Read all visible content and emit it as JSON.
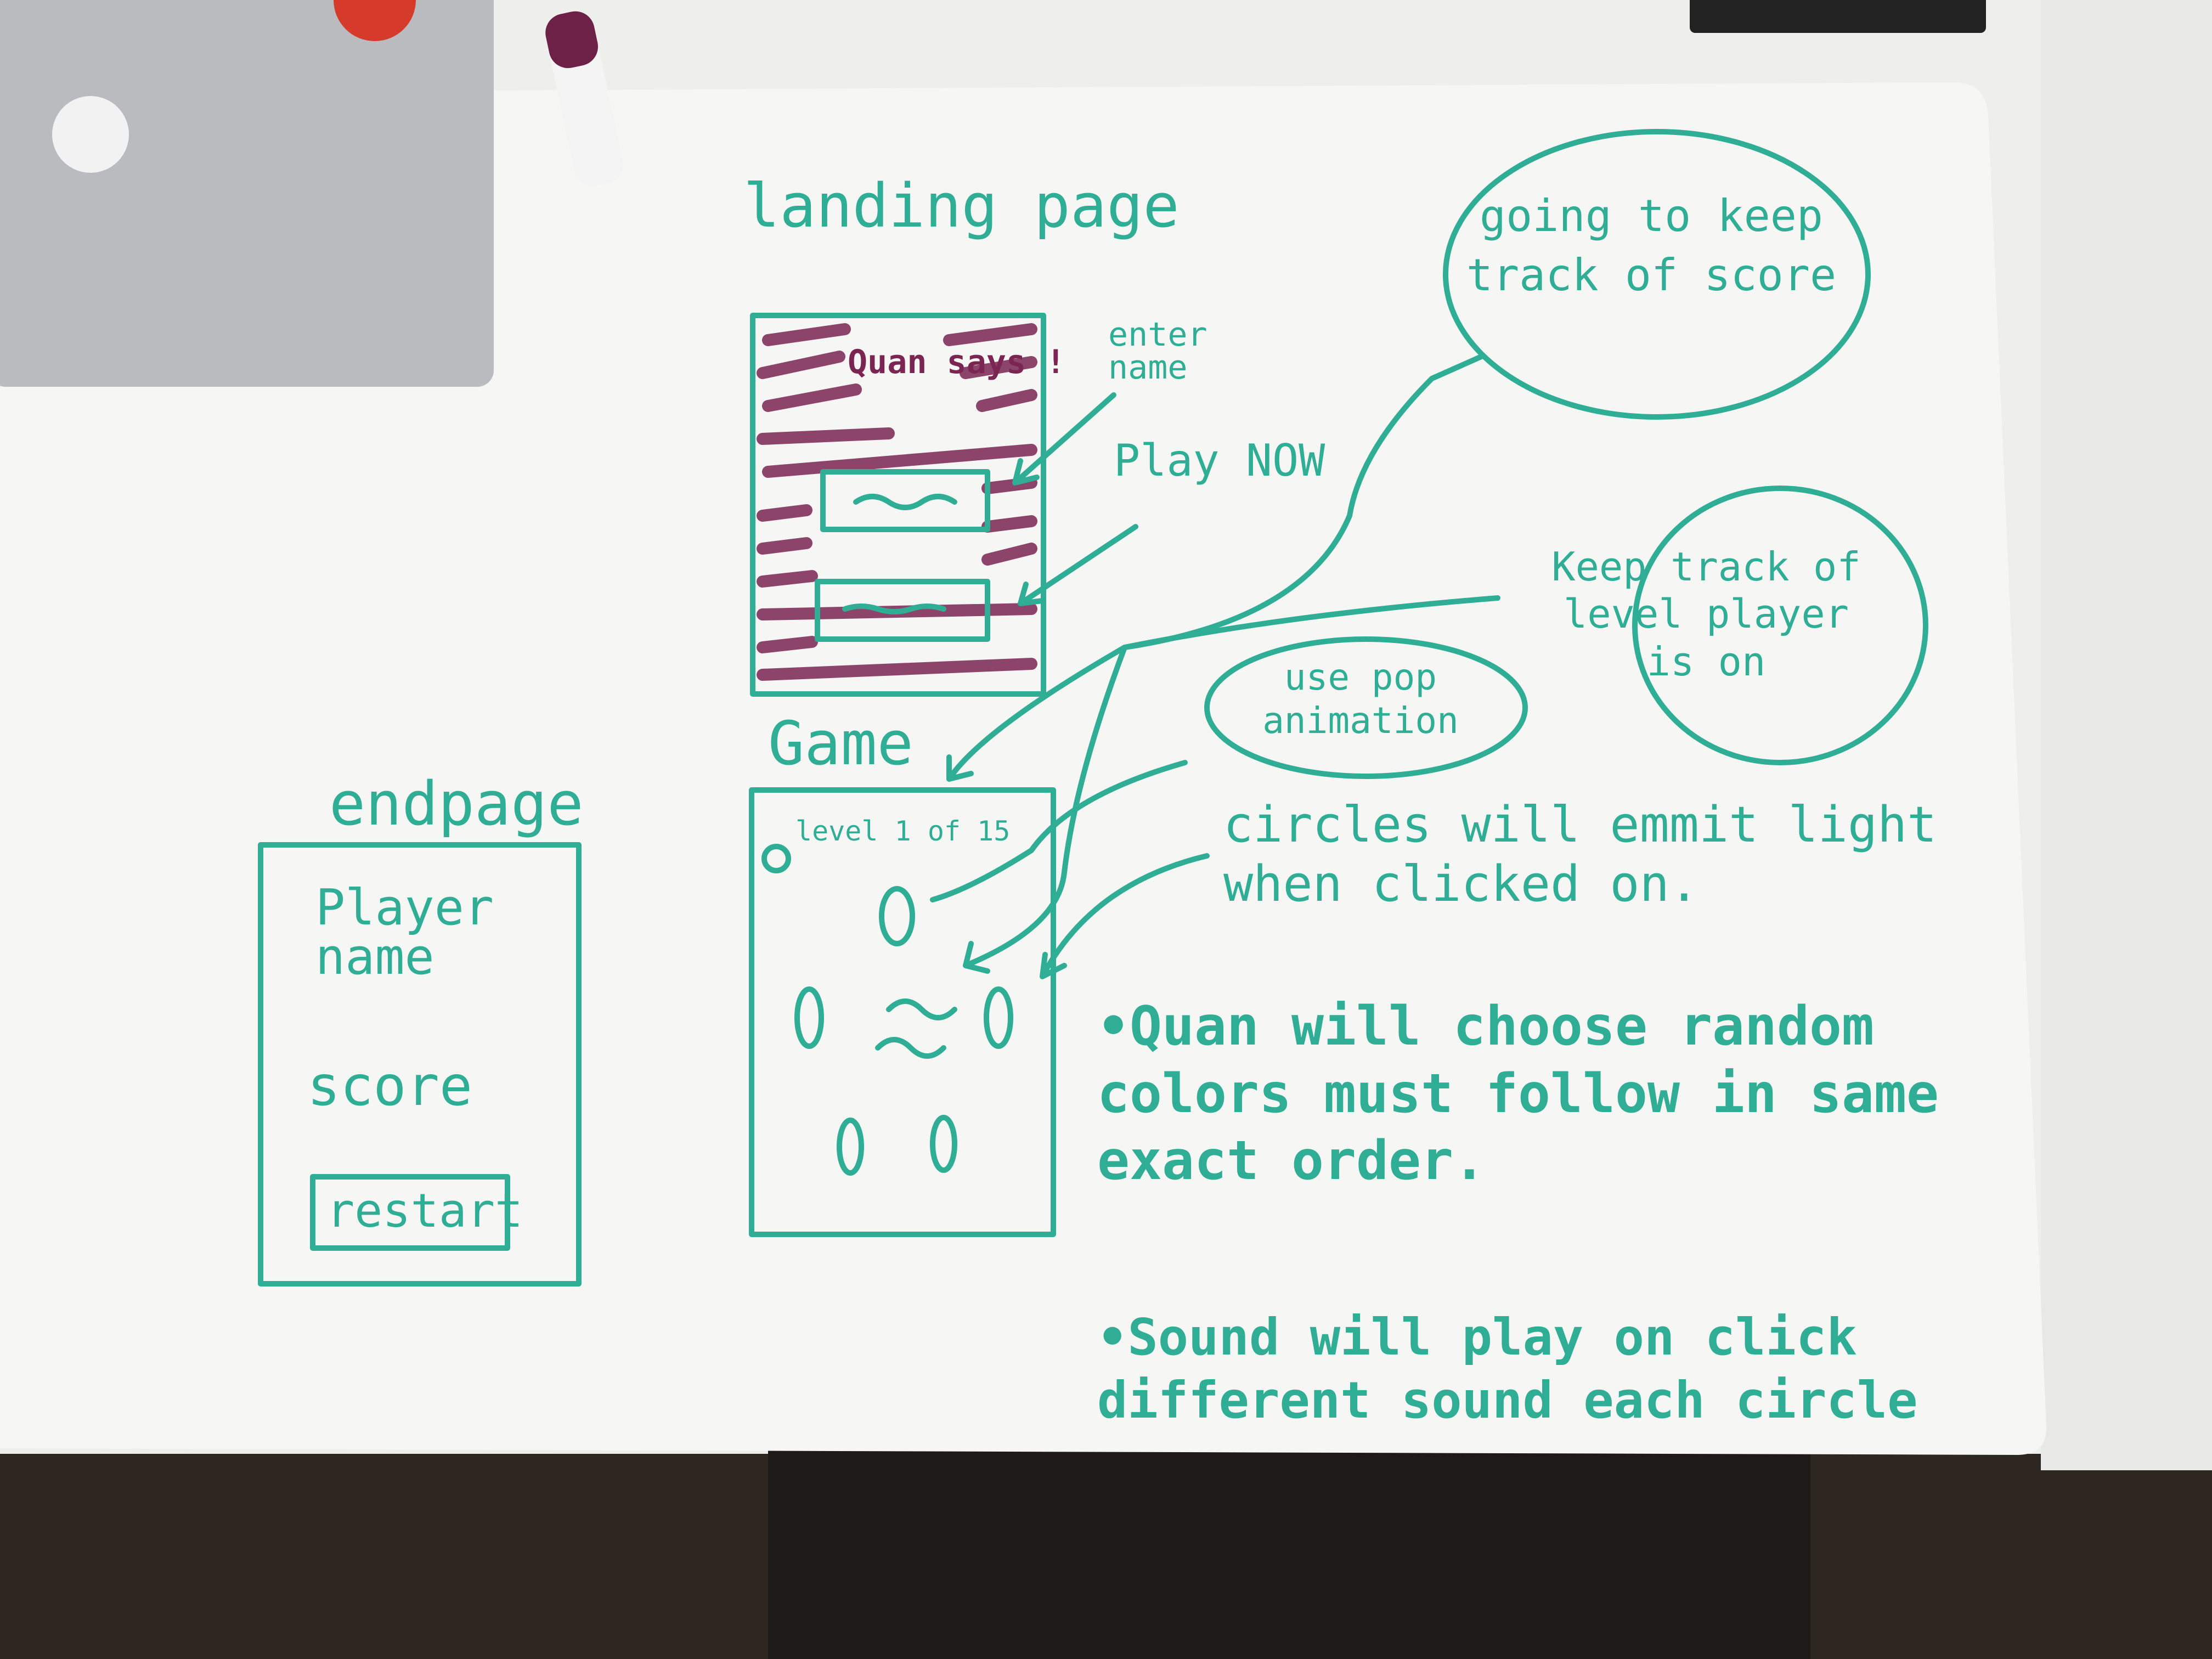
{
  "landing": {
    "title": "landing page",
    "wireframe_text": "Quan says !",
    "enter_name_note": "enter name",
    "play_now_note": "Play NOW"
  },
  "game": {
    "title": "Game",
    "level_label": "level 1 of 15"
  },
  "end": {
    "title": "endpage",
    "player_name": "Player name",
    "score": "score",
    "restart": "restart"
  },
  "bubbles": {
    "score": "going to keep track of score",
    "level": "Keep track of level player is on",
    "pop": "use pop animation"
  },
  "notes": {
    "circles": "circles will emmit light when clicked on.",
    "random": "•Quan will choose random colors must follow in same exact order.",
    "sound": "•Sound will play on click different sound each circle"
  },
  "colors": {
    "marker_teal": "#2fae95",
    "marker_purple": "#7a2552",
    "board": "#f6f6f4",
    "table": "#eeeeec"
  }
}
